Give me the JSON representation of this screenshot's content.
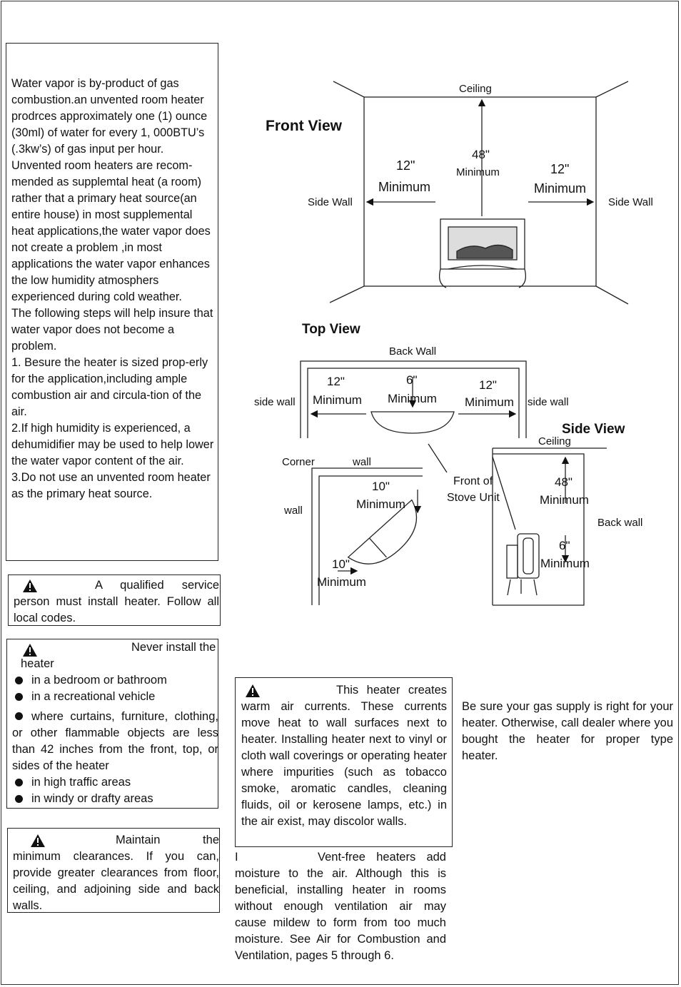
{
  "water_vapor_box": {
    "paragraphs": [
      "Water vapor is by-product of gas combustion.an unvented room heater prodrces approximately one (1) ounce (30ml) of water for every 1, 000BTU’s (.3kw’s) of gas input per hour.",
      "Unvented room heaters are recom-mended as supplemtal heat (a room) rather that a primary heat source(an entire house) in most supplemental heat applications,the water vapor does not create a problem ,in most applications the water vapor enhances the low humidity atmosphers experienced during cold weather.",
      "The following steps will help insure that water vapor does not become a problem.",
      "1. Besure the heater is sized prop-erly for the application,including ample combustion air and circula-tion of the air.",
      "2.If high humidity is experienced, a dehumidifier may be used to help lower the water vapor content of the air.",
      "3.Do not use an unvented room heater as the primary heat source."
    ]
  },
  "qualified_box": {
    "text": "A qualified service person must install heater. Follow all local codes."
  },
  "never_install_box": {
    "lead": "Never install the heater",
    "items": [
      "in a bedroom or bathroom",
      "in a recreational vehicle",
      "where curtains, furniture, clothing, or other flammable objects are less than 42 inches from the front, top, or sides of the heater",
      "in high traffic areas",
      "in windy or drafty areas"
    ]
  },
  "maintain_box": {
    "text": "Maintain the minimum clearances. If you can, provide greater clearances from floor, ceiling, and adjoining side and back walls."
  },
  "warm_air_box": {
    "text": "This heater creates warm air currents. These currents move heat to wall surfaces next to heater. Installing heater next to vinyl or cloth wall coverings or operating heater where impurities (such as tobacco smoke, aromatic candles, cleaning fluids, oil or kerosene lamps, etc.) in the air exist, may discolor walls."
  },
  "vent_free_note": {
    "initial": "I",
    "text": "Vent-free heaters add moisture to the air. Although this is beneficial, installing heater in rooms without enough ventilation air may cause mildew to form from too much moisture. See Air for Combustion and Ventilation, pages 5 through 6."
  },
  "gas_supply_note": {
    "text": "Be sure your gas supply is right for your heater. Otherwise, call dealer where you bought the heater for proper type heater."
  },
  "diagram": {
    "front_view": {
      "title": "Front View",
      "ceiling": "Ceiling",
      "center_value": "48\"",
      "center_label": "Minimum",
      "left_value": "12\"",
      "left_label": "Minimum",
      "right_value": "12\"",
      "right_label": "Minimum",
      "left_wall": "Side Wall",
      "right_wall": "Side Wall"
    },
    "top_view": {
      "title": "Top View",
      "back_wall": "Back Wall",
      "left_value": "12\"",
      "left_label": "Minimum",
      "center_value": "6\"",
      "center_label": "Minimum",
      "right_value": "12\"",
      "right_label": "Minimum",
      "left_wall": "side wall",
      "right_wall": "side wall"
    },
    "corner_view": {
      "corner": "Corner",
      "wall_top": "wall",
      "wall_left": "wall",
      "top_value": "10\"",
      "top_label": "Minimum",
      "bottom_value": "10\"",
      "bottom_label": "Minimum",
      "front_line1": "Front of",
      "front_line2": "Stove Unit"
    },
    "side_view": {
      "title": "Side View",
      "ceiling": "Ceiling",
      "top_value": "48\"",
      "top_label": "Minimum",
      "back_wall": "Back wall",
      "bottom_value": "6\"",
      "bottom_label": "Minimum"
    }
  }
}
